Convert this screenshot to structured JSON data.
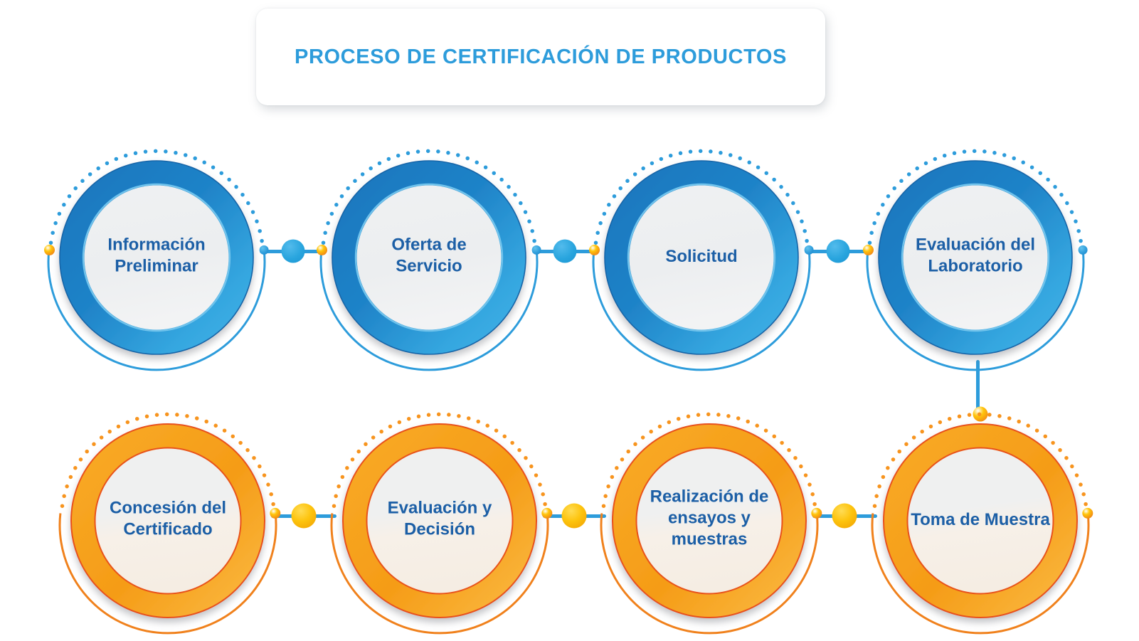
{
  "title": "PROCESO DE CERTIFICACIÓN DE PRODUCTOS",
  "diagram_type": "process-flow",
  "steps": [
    {
      "order": 1,
      "label": "Información Preliminar",
      "theme": "blue",
      "row": "top"
    },
    {
      "order": 2,
      "label": "Oferta de Servicio",
      "theme": "blue",
      "row": "top"
    },
    {
      "order": 3,
      "label": "Solicitud",
      "theme": "blue",
      "row": "top"
    },
    {
      "order": 4,
      "label": "Evaluación del Laboratorio",
      "theme": "blue",
      "row": "top"
    },
    {
      "order": 5,
      "label": "Toma de Muestra",
      "theme": "orange",
      "row": "bottom"
    },
    {
      "order": 6,
      "label": "Realización de ensayos y muestras",
      "theme": "orange",
      "row": "bottom"
    },
    {
      "order": 7,
      "label": "Evaluación y Decisión",
      "theme": "orange",
      "row": "bottom"
    },
    {
      "order": 8,
      "label": "Concesión del Certificado",
      "theme": "orange",
      "row": "bottom"
    }
  ],
  "flow_note": "Top row runs left to right, drops down at Evaluación del Laboratorio, bottom row runs right to left ending at Concesión del Certificado",
  "colors": {
    "title_blue": "#2D9CDB",
    "label_blue": "#1C5FA6",
    "ring_blue_dark": "#1B76BE",
    "ring_blue_light": "#41B1E6",
    "connector_blue": "#2D9CDB",
    "ring_orange": "#F7A01F",
    "ring_orange_edge": "#E8511D",
    "dot_orange": "#F7941E",
    "dot_yellow_big": "#FDC40E",
    "inner_disc_gray": "#EDEFF1",
    "background": "#FFFFFF"
  }
}
